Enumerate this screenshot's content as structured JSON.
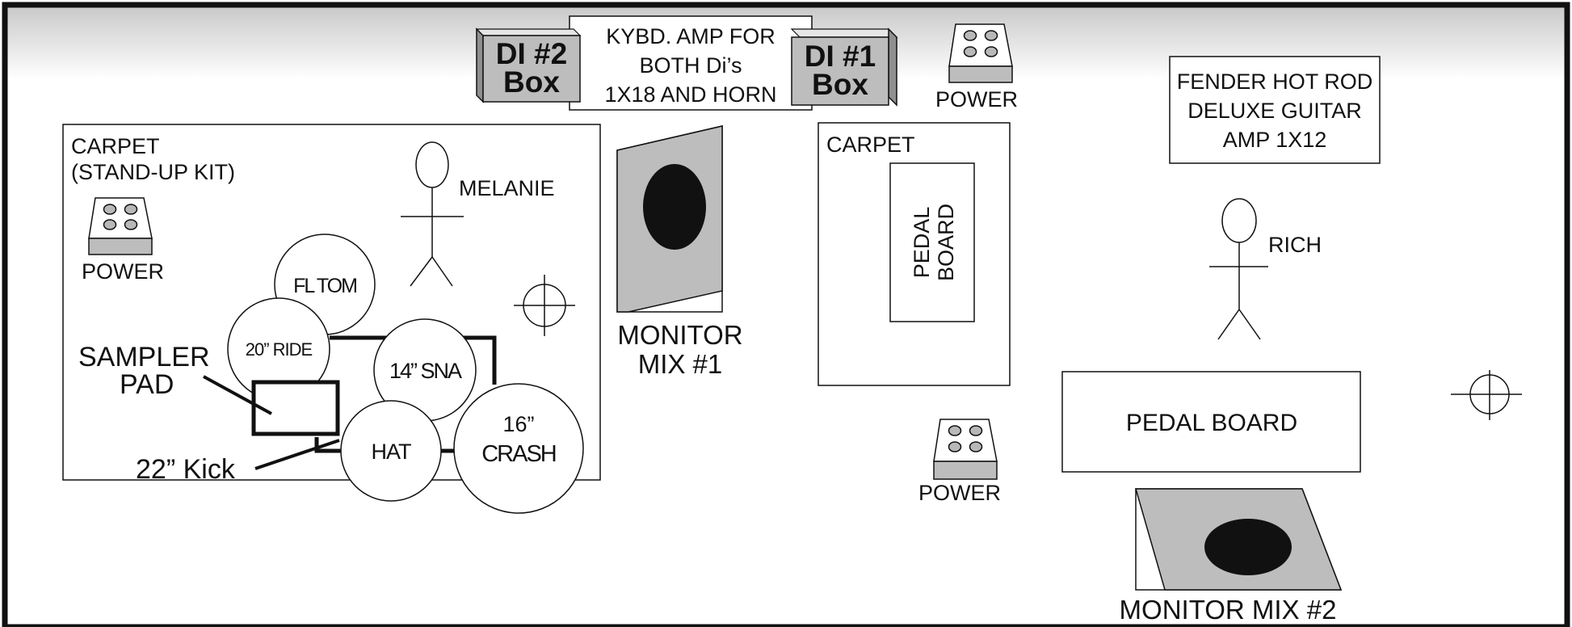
{
  "labels": {
    "kybd_amp": [
      "KYBD. AMP FOR",
      "BOTH Di’s",
      "1X18 AND HORN"
    ],
    "di2": [
      "DI #2",
      "Box"
    ],
    "di1": [
      "DI #1",
      "Box"
    ],
    "power": "POWER",
    "fender": [
      "FENDER HOT ROD",
      "DELUXE GUITAR",
      "AMP 1X12"
    ],
    "carpet_left": [
      "CARPET",
      "(STAND-UP KIT)"
    ],
    "carpet_right": "CARPET",
    "melanie": "MELANIE",
    "rich": "RICH",
    "fl_tom": "FL TOM",
    "ride": "20” RIDE",
    "snare": "14” SNA",
    "hat": "HAT",
    "crash": [
      "16”",
      "CRASH"
    ],
    "sampler_pad": [
      "SAMPLER",
      "PAD"
    ],
    "kick": "22” Kick",
    "monitor1": [
      "MONITOR",
      "MIX #1"
    ],
    "monitor2": "MONITOR MIX #2",
    "pedal_board_vertical": [
      "PEDAL",
      "BOARD"
    ],
    "pedal_board_horizontal": "PEDAL BOARD"
  },
  "colors": {
    "outline": "#111111",
    "box_fill": "#bdbdbd",
    "box_side": "#8f8f8f",
    "speaker_fill": "#111111"
  }
}
